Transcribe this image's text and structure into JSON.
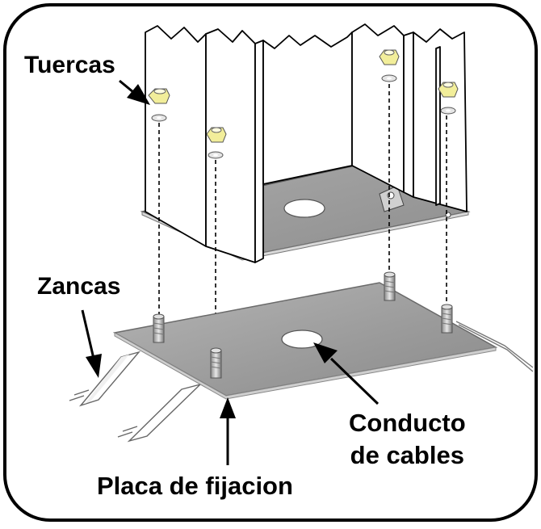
{
  "diagram": {
    "labels": {
      "nuts": "Tuercas",
      "stringers": "Zancas",
      "cable_duct_line1": "Conducto",
      "cable_duct_line2": "de cables",
      "mounting_plate": "Placa de fijacion"
    },
    "colors": {
      "frame": "#000000",
      "plate_fill": "#9c9c9c",
      "plate_shade": "#7a7a7a",
      "panel_fill": "#ffffff",
      "nut_fill": "#f2ee9a",
      "background": "#ffffff"
    }
  }
}
